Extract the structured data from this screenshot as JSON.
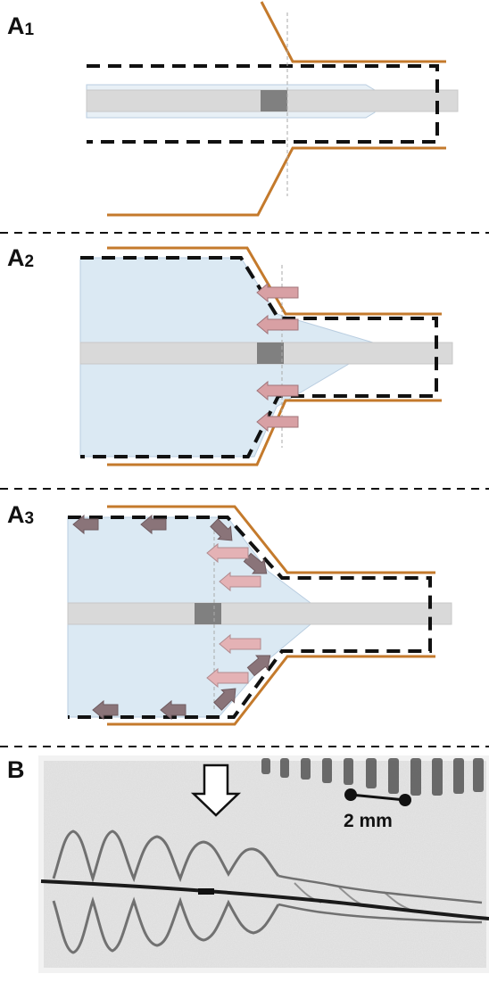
{
  "panels": [
    {
      "id": "A1",
      "letter": "A",
      "sub": "1"
    },
    {
      "id": "A2",
      "letter": "A",
      "sub": "2"
    },
    {
      "id": "A3",
      "letter": "A",
      "sub": "3"
    },
    {
      "id": "B",
      "letter": "B",
      "sub": ""
    }
  ],
  "scale_bar": {
    "label": "2 mm"
  },
  "colors": {
    "vessel_wall": "#c47a2c",
    "tissue_fill": "#dbe9f3",
    "catheter": "#d9d9d9",
    "marker": "#808080",
    "arrow_fill": "#d8a0a4",
    "arrow_dark": "#8a7479",
    "dashed_outline": "#111111"
  },
  "icons": [
    "down-arrow-icon",
    "force-arrow-icon"
  ]
}
